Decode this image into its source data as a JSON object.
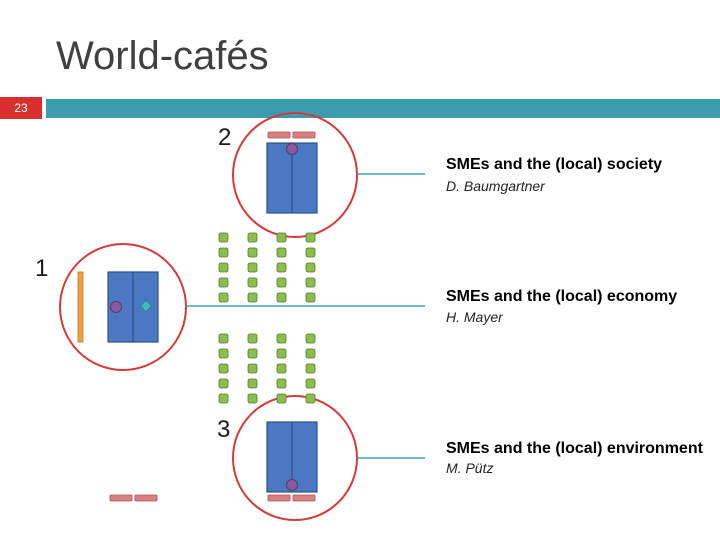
{
  "slide": {
    "title": "World-cafés",
    "number": "23"
  },
  "colors": {
    "accent_bar": "#3b9cae",
    "number_badge": "#d92e2e",
    "circle": "#d43a3a",
    "table": "#4a78c2",
    "chair_green": "#8cbd4e",
    "chair_red": "#d98080",
    "flipchart": "#f0a040",
    "marker_purple": "#8a5aa0",
    "marker_teal": "#3fb8c0",
    "connector": "#4a9fb5"
  },
  "tables": [
    {
      "number": "2",
      "topic": "SMEs and the (local) society",
      "host": "D. Baumgartner"
    },
    {
      "number": "1",
      "topic": "SMEs and the (local) economy",
      "host": "H. Mayer"
    },
    {
      "number": "3",
      "topic": "SMEs and the (local) environment",
      "host": "M. Pütz"
    }
  ]
}
